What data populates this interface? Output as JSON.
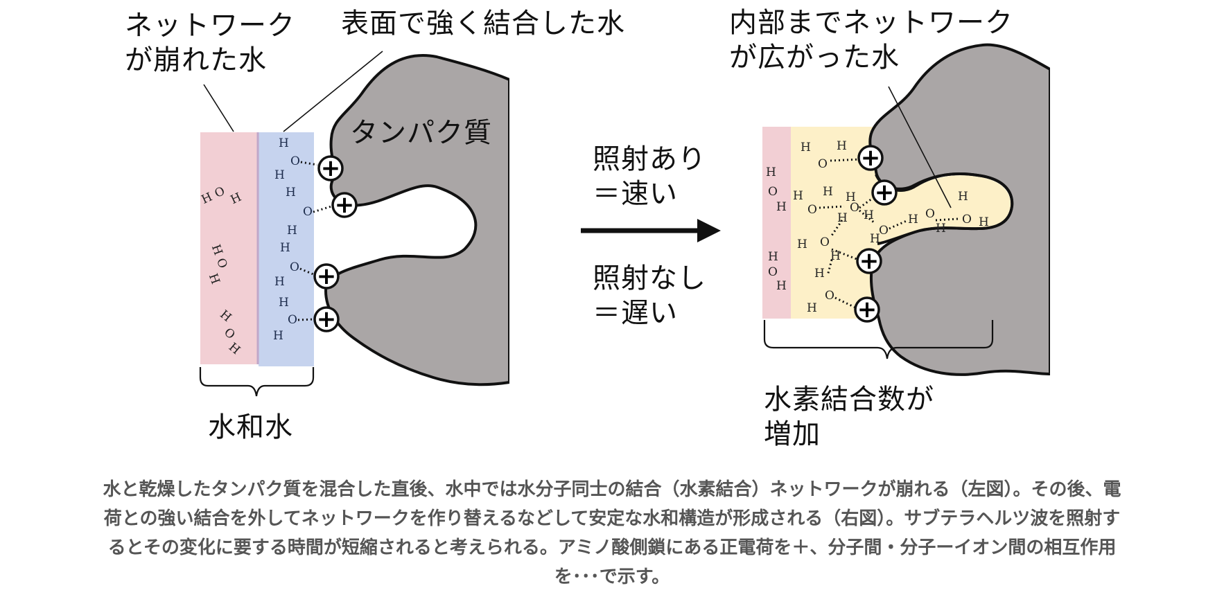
{
  "labels": {
    "broken_network": [
      "ネットワーク",
      "が崩れた水"
    ],
    "surface_bound": "表面で強く結合した水",
    "protein": "タンパク質",
    "hydration_water": "水和水",
    "extended_network": [
      "内部までネットワーク",
      "が広がった水"
    ],
    "with_irradiation": [
      "照射あり",
      "＝速い"
    ],
    "without_irradiation": [
      "照射なし",
      "＝遅い"
    ],
    "hb_increase": [
      "水素結合数が",
      "増加"
    ]
  },
  "atoms": {
    "hydrogen": "H",
    "oxygen": "O",
    "positive_charge": "+"
  },
  "caption": [
    "水と乾燥したタンパク質を混合した直後、水中では水分子同士の結合（水素結合）ネットワークが崩れる（左図）。その後、電",
    "荷との強い結合を外してネットワークを作り替えるなどして安定な水和構造が形成される（右図）。サブテラヘルツ波を照射す",
    "るとその変化に要する時間が短縮されると考えられる。アミノ酸側鎖にある正電荷を＋、分子間・分子ーイオン間の相互作用",
    "を･･･で示す。"
  ],
  "colors": {
    "broken_water_layer": "#f2cfd4",
    "bound_water_layer": "#c6d3ee",
    "protein": "#aaa6a6",
    "extended_water": "#fdf0c8",
    "caption_text": "#555555"
  }
}
